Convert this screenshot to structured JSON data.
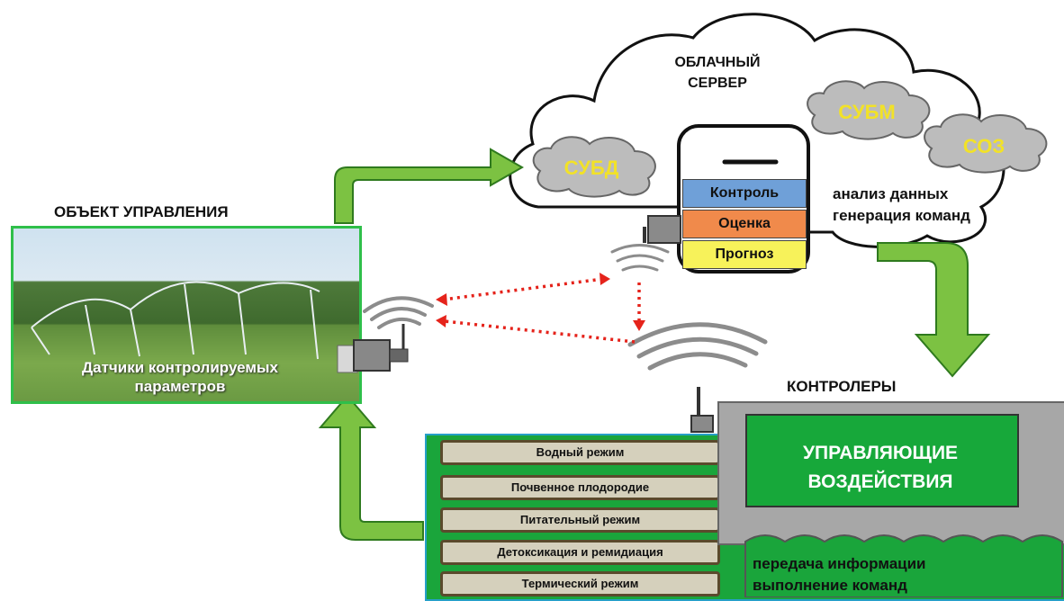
{
  "control_object": {
    "title": "ОБЪЕКТ УПРАВЛЕНИЯ",
    "sensor_caption_line1": "Датчики контролируемых",
    "sensor_caption_line2": "параметров"
  },
  "cloud": {
    "title_line1": "ОБЛАЧНЫЙ",
    "title_line2": "СЕРВЕР",
    "modules": [
      "СУБД",
      "СУБМ",
      "СОЗ"
    ],
    "analysis_line1": "анализ данных",
    "analysis_line2": "генерация команд"
  },
  "server_stack": [
    {
      "label": "Контроль",
      "color": "#6fa0d8"
    },
    {
      "label": "Оценка",
      "color": "#f08a4b"
    },
    {
      "label": "Прогноз",
      "color": "#f7f25a"
    }
  ],
  "controllers": {
    "title": "КОНТРОЛЕРЫ",
    "effects_line1": "УПРАВЛЯЮЩИЕ",
    "effects_line2": "ВОЗДЕЙСТВИЯ",
    "transfer_line1": "передача информации",
    "transfer_line2": "выполнение команд"
  },
  "regimes": [
    "Водный режим",
    "Почвенное плодородие",
    "Питательный режим",
    "Детоксикация и ремидиация",
    "Термический режим"
  ],
  "colors": {
    "arrow_green": "#7cc242",
    "panel_green": "#1aa53b",
    "link_red": "#e5231b",
    "cloud_gray": "#bcbcbc"
  }
}
